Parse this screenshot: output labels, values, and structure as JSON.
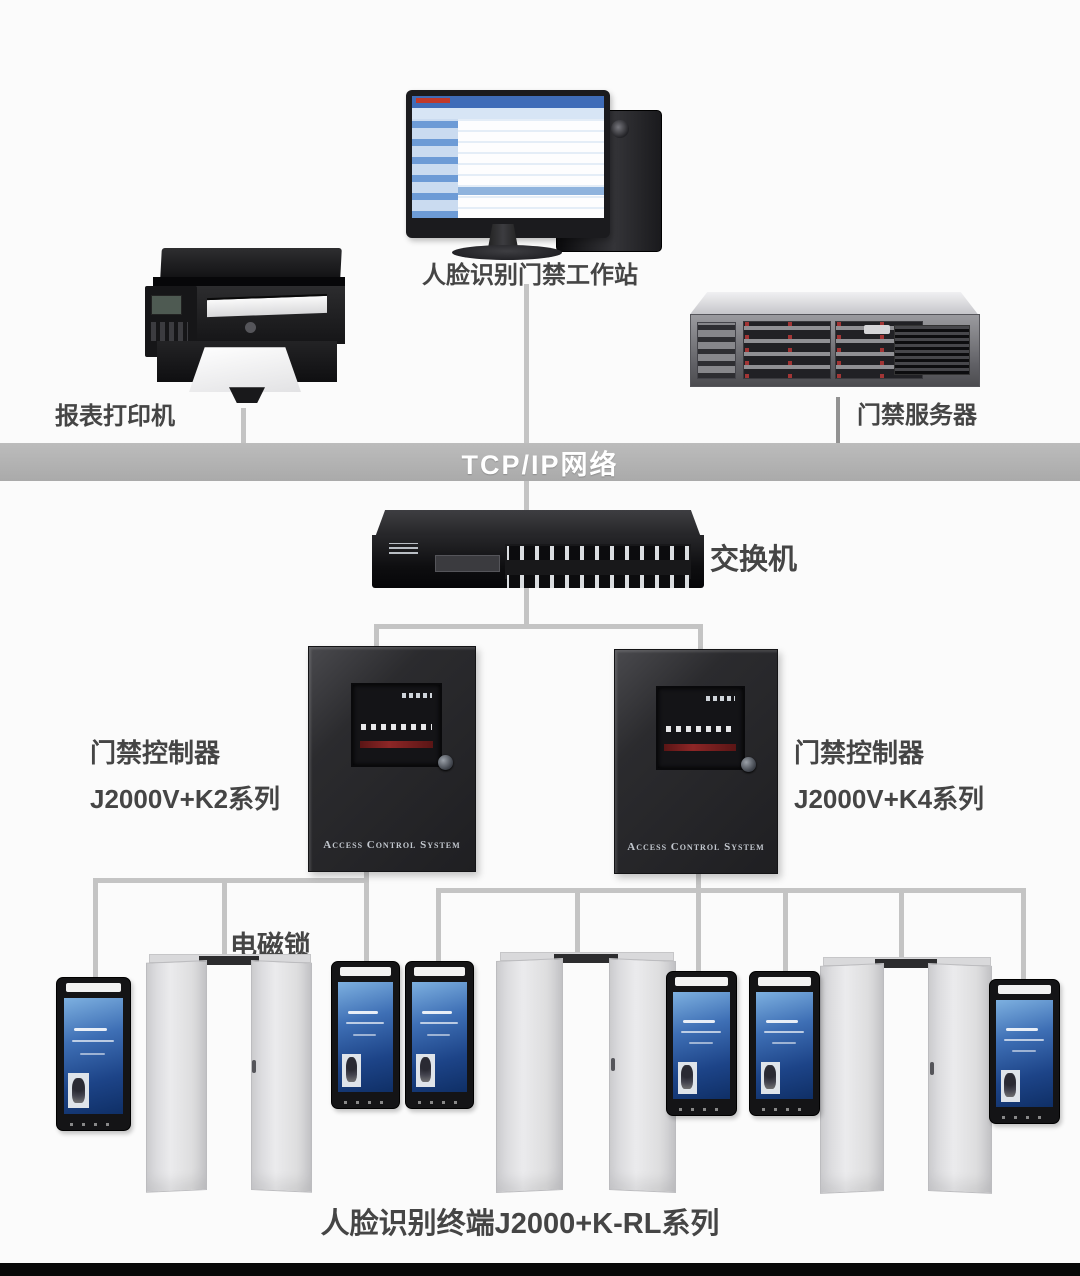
{
  "colors": {
    "background": "#fbfbfb",
    "network_bar": "#b2b2b2",
    "connector_line": "#c4c4c4",
    "label_text": "#454545"
  },
  "workstation": {
    "label": "人脸识别门禁工作站"
  },
  "printer": {
    "label": "报表打印机"
  },
  "server": {
    "label": "门禁服务器"
  },
  "network": {
    "label": "TCP/IP网络"
  },
  "switch": {
    "label": "交换机"
  },
  "controllers": [
    {
      "side": "left",
      "device": "门禁控制器",
      "series": "J2000V+K2系列",
      "faceplate_text": "Access Control System"
    },
    {
      "side": "right",
      "device": "门禁控制器",
      "series": "J2000V+K4系列",
      "faceplate_text": "Access Control System"
    }
  ],
  "electromagnetic_lock": {
    "label": "电磁锁"
  },
  "terminals": {
    "label": "人脸识别终端J2000+K-RL系列",
    "count": 6
  },
  "doors": {
    "count": 3
  }
}
